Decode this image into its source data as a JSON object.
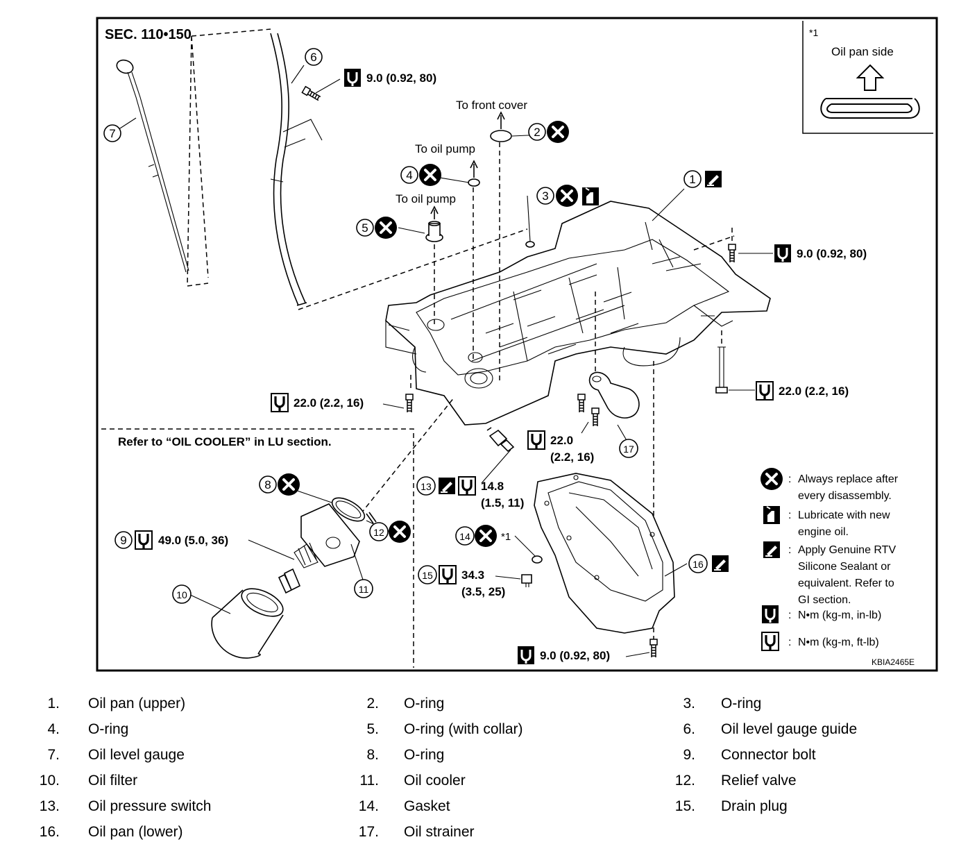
{
  "section": "SEC. 110•150",
  "figure_id": "KBIA2465E",
  "note_star": "*1",
  "note_box": {
    "marker": "*1",
    "label": "Oil pan side"
  },
  "directions": {
    "to_front_cover": "To front cover",
    "to_oil_pump_1": "To oil pump",
    "to_oil_pump_2": "To oil pump"
  },
  "refer_note": "Refer to “OIL COOLER” in LU section.",
  "torques": {
    "t_top": "9.0 (0.92, 80)",
    "t_right_upper": "9.0 (0.92, 80)",
    "t_right_lower": "22.0 (2.2, 16)",
    "t_left": "22.0 (2.2, 16)",
    "t_mid_1": "22.0",
    "t_mid_2": "(2.2, 16)",
    "t_13_1": "14.8",
    "t_13_2": "(1.5, 11)",
    "t_9": "49.0 (5.0, 36)",
    "t_15_1": "34.3",
    "t_15_2": "(3.5, 25)",
    "t_bottom": "9.0 (0.92, 80)"
  },
  "callouts": [
    "1",
    "2",
    "3",
    "4",
    "5",
    "6",
    "7",
    "8",
    "9",
    "10",
    "11",
    "12",
    "13",
    "14",
    "15",
    "16",
    "17"
  ],
  "legend": [
    {
      "icon": "replace-icon",
      "line1": "Always replace after",
      "line2": "every disassembly."
    },
    {
      "icon": "oil-can-icon",
      "line1": "Lubricate with new",
      "line2": "engine oil."
    },
    {
      "icon": "sealant-icon",
      "line1": "Apply Genuine RTV",
      "line2": "Silicone Sealant or",
      "line3": "equivalent. Refer to",
      "line4": "GI section."
    },
    {
      "icon": "torque-inlb-icon",
      "line1": "N•m (kg-m, in-lb)"
    },
    {
      "icon": "torque-ftlb-icon",
      "line1": "N•m (kg-m, ft-lb)"
    }
  ],
  "colon": ":",
  "parts": [
    {
      "num": "1.",
      "name": "Oil pan (upper)"
    },
    {
      "num": "2.",
      "name": "O-ring"
    },
    {
      "num": "3.",
      "name": "O-ring"
    },
    {
      "num": "4.",
      "name": "O-ring"
    },
    {
      "num": "5.",
      "name": "O-ring (with collar)"
    },
    {
      "num": "6.",
      "name": "Oil level gauge guide"
    },
    {
      "num": "7.",
      "name": "Oil level gauge"
    },
    {
      "num": "8.",
      "name": "O-ring"
    },
    {
      "num": "9.",
      "name": "Connector bolt"
    },
    {
      "num": "10.",
      "name": "Oil filter"
    },
    {
      "num": "11.",
      "name": "Oil cooler"
    },
    {
      "num": "12.",
      "name": "Relief valve"
    },
    {
      "num": "13.",
      "name": "Oil pressure switch"
    },
    {
      "num": "14.",
      "name": "Gasket"
    },
    {
      "num": "15.",
      "name": "Drain plug"
    },
    {
      "num": "16.",
      "name": "Oil pan (lower)"
    },
    {
      "num": "17.",
      "name": "Oil strainer"
    }
  ]
}
